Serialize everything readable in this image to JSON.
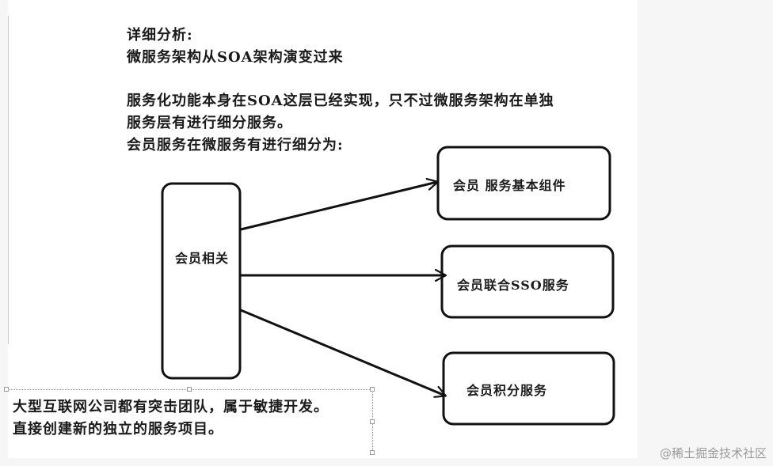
{
  "notes": {
    "heading": "详细分析:",
    "line1": "微服务架构从SOA架构演变过来",
    "line2": "服务化功能本身在SOA这层已经实现，只不过微服务架构在单独",
    "line3": "服务层有进行细分服务。",
    "line4": "会员服务在微服务有进行细分为:"
  },
  "diagram": {
    "source_label": "会员相关",
    "targets": [
      {
        "label": "会员 服务基本组件"
      },
      {
        "label": "会员联合SSO服务"
      },
      {
        "label": "会员积分服务"
      }
    ]
  },
  "bottom_note": {
    "line1": "大型互联网公司都有突击团队，属于敏捷开发。",
    "line2": "直接创建新的独立的服务项目。"
  },
  "watermark": "@稀土掘金技术社区"
}
